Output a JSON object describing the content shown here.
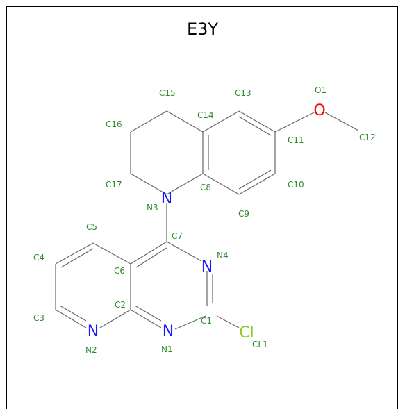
{
  "title": "E3Y",
  "colors": {
    "carbon_label": "#2e8b2e",
    "nitrogen": "#1a1aff",
    "oxygen": "#ff0000",
    "chlorine": "#88cc22",
    "bond": "#666666"
  },
  "heavy_atoms": {
    "N1": "N",
    "N2": "N",
    "N3": "N",
    "N4": "N",
    "O1": "O",
    "CL1": "Cl"
  },
  "atom_names": [
    "C1",
    "C2",
    "C3",
    "C4",
    "C5",
    "C6",
    "C7",
    "C8",
    "C9",
    "C10",
    "C11",
    "C12",
    "C13",
    "C14",
    "C15",
    "C16",
    "C17",
    "N1",
    "N2",
    "N3",
    "N4",
    "O1",
    "CL1"
  ]
}
